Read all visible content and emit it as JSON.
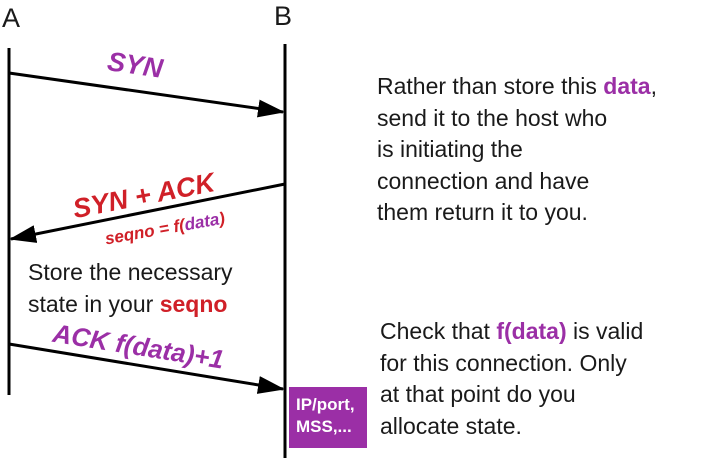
{
  "colors": {
    "purple": "#9b2fa6",
    "red": "#d02028",
    "ink": "#1a1a1a",
    "line": "#000000",
    "box": "#9b2fa6",
    "box-text": "#ffffff"
  },
  "diagram": {
    "host_a": "A",
    "host_b": "B",
    "msg_syn": {
      "label": "SYN"
    },
    "msg_synack": {
      "label": "SYN + ACK",
      "sub_prefix": "seqno = f(",
      "sub_highlight": "data",
      "sub_suffix": ")"
    },
    "msg_ack": {
      "label": "ACK f(data)+1"
    },
    "store_note": {
      "line1": "Store the necessary",
      "line2_prefix": "state in your ",
      "line2_highlight": "seqno"
    },
    "state_box": {
      "line1": "IP/port,",
      "line2": "MSS,..."
    }
  },
  "notes": {
    "top": {
      "line1_prefix": "Rather than store this ",
      "line1_highlight": "data",
      "line1_suffix": ",",
      "line2": "send it to the host who",
      "line3": "is initiating the",
      "line4": "connection and have",
      "line5": "them return it to you."
    },
    "bottom": {
      "line1_prefix": "Check that ",
      "line1_highlight": "f(data)",
      "line1_suffix": " is valid",
      "line2": "for this connection. Only",
      "line3": "at that point do you",
      "line4": "allocate state."
    }
  }
}
